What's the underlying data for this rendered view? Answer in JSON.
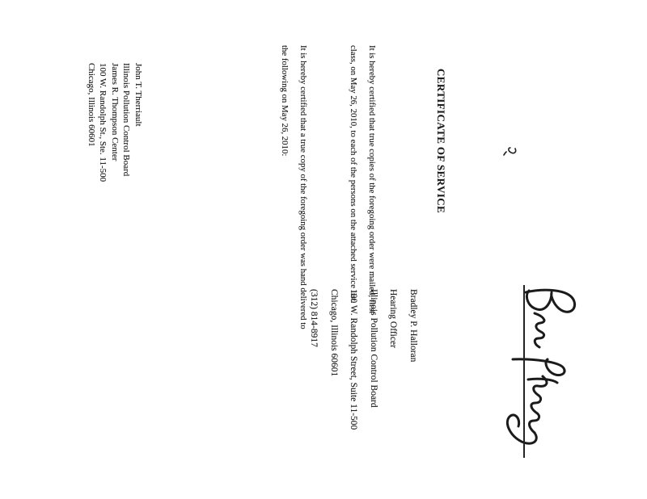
{
  "page": {
    "background": "#ffffff",
    "ink_color": "#1c1c1c",
    "orientation_note": "portrait page scanned rotated 90 degrees clockwise"
  },
  "order_signature": {
    "handwritten_name": "Bradley P. Halloran",
    "block_lines": [
      "Bradley P. Halloran",
      "Hearing Officer",
      "Illinois Pollution Control Board",
      "100 W. Randolph Street, Suite 11-500",
      "Chicago, Illinois 60601",
      "(312) 814-8917"
    ]
  },
  "certificate": {
    "title": "CERTIFICATE OF SERVICE",
    "paragraphs": [
      {
        "lines": [
          "It is hereby certified that true copies of the foregoing order were mailed, first",
          "class, on May 26, 2010, to each of the persons on the attached service list."
        ]
      },
      {
        "lines": [
          "It is hereby certified that a true copy of the foregoing order was hand delivered to",
          "the following on May 26, 2010:"
        ]
      }
    ],
    "hand_delivery_recipient": [
      "John T. Therriault",
      "Illinois Pollution Control Board",
      "James R. Thompson Center",
      "100 W. Randolph St., Ste. 11-500",
      "Chicago, Illinois 60601"
    ]
  }
}
